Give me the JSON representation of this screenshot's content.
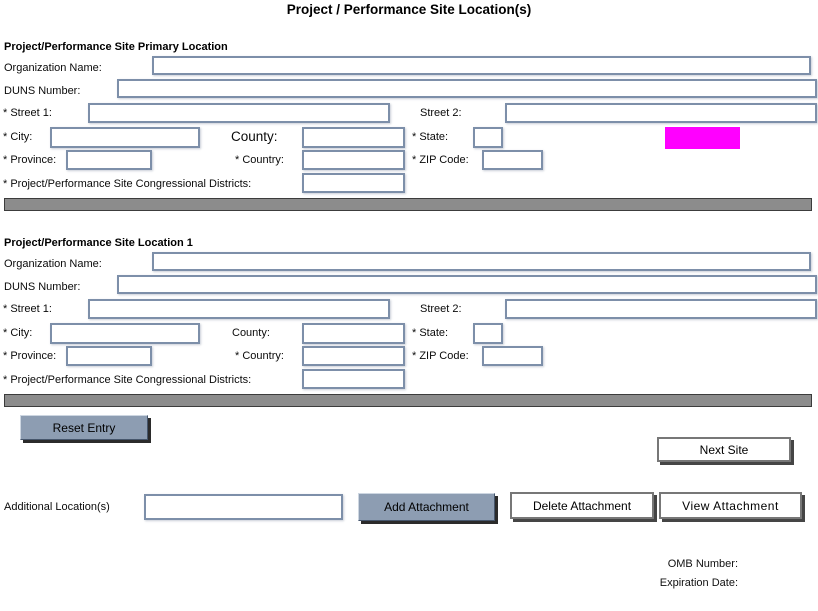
{
  "title": "Project / Performance Site Location(s)",
  "field_labels": {
    "organization_name": "Organization Name:",
    "duns_number": "DUNS Number:",
    "street1": "* Street 1:",
    "street2": "Street 2:",
    "city": "* City:",
    "county": "County:",
    "state": "* State:",
    "province": "* Province:",
    "country": "* Country:",
    "zip_code": "* ZIP Code:",
    "congressional_districts": "* Project/Performance Site Congressional Districts:"
  },
  "sections": [
    {
      "heading": "Project/Performance Site Primary Location",
      "values": {
        "organization_name": "",
        "duns_number": "",
        "street1": "",
        "street2": "",
        "city": "",
        "county": "",
        "state": "",
        "province": "",
        "country": "",
        "zip_code": "",
        "congressional_districts": ""
      }
    },
    {
      "heading": "Project/Performance Site Location 1",
      "values": {
        "organization_name": "",
        "duns_number": "",
        "street1": "",
        "street2": "",
        "city": "",
        "county": "",
        "state": "",
        "province": "",
        "country": "",
        "zip_code": "",
        "congressional_districts": ""
      }
    }
  ],
  "buttons": {
    "reset_entry": "Reset Entry",
    "next_site": "Next Site",
    "add_attachment": "Add Attachment",
    "delete_attachment": "Delete Attachment",
    "view_attachment": "View Attachment"
  },
  "attachments": {
    "label": "Additional Location(s)",
    "filename_value": ""
  },
  "footer": {
    "omb_number_label": "OMB Number:",
    "expiration_date_label": "Expiration Date:"
  },
  "colors": {
    "highlight": "#ff00ff",
    "button_fill": "#8d9db2",
    "divider_bar": "#8c8c8c",
    "input_border": "#7d8fa9"
  }
}
